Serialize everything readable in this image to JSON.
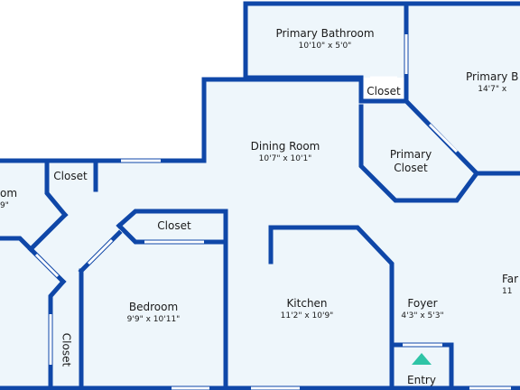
{
  "colors": {
    "wall": "#0f47a8",
    "floor": "#eef6fb",
    "door": "#ffffff",
    "entry_marker": "#2ec4a6"
  },
  "rooms": {
    "primary_bathroom": {
      "name": "Primary Bathroom",
      "dims": "10'10\" x 5'0\""
    },
    "primary_bedroom": {
      "name": "Primary B",
      "dims": "14'7\" x"
    },
    "closet_top": {
      "name": "Closet"
    },
    "primary_closet": {
      "name": "Primary Closet"
    },
    "dining_room": {
      "name": "Dining Room",
      "dims": "10'7\" x 10'1\""
    },
    "left_room": {
      "name": "om",
      "dims": "9\""
    },
    "closet_left": {
      "name": "Closet"
    },
    "closet_bedroom": {
      "name": "Closet"
    },
    "bedroom": {
      "name": "Bedroom",
      "dims": "9'9\" x 10'11\""
    },
    "kitchen": {
      "name": "Kitchen",
      "dims": "11'2\" x 10'9\""
    },
    "foyer": {
      "name": "Foyer",
      "dims": "4'3\" x 5'3\""
    },
    "family": {
      "name": "Far",
      "dims": "11"
    },
    "closet_vertical": {
      "name": "Closet"
    },
    "entry": {
      "name": "Entry"
    }
  }
}
